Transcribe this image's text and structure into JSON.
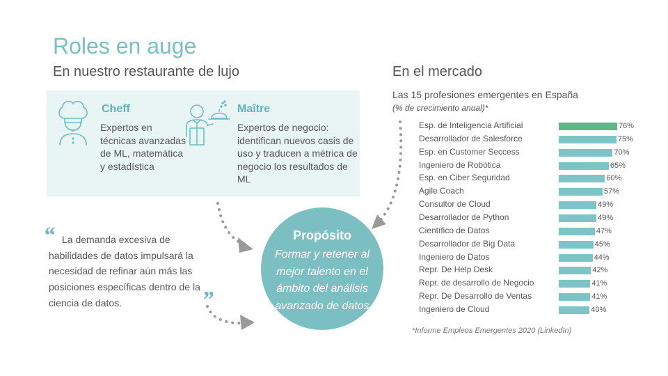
{
  "slide": {
    "title": "Roles en auge",
    "subtitle_left": "En nuestro restaurante de lujo",
    "subtitle_right": "En el mercado"
  },
  "roles": [
    {
      "name": "Cheff",
      "description": "Expertos en técnicas avanzadas de ML, matemática y estadística",
      "icon": "chef-icon"
    },
    {
      "name": "Maître",
      "description": "Expertos de negocio: identifican nuevos casis de uso y traducen a métrica de negocio los resultados de ML",
      "icon": "waiter-icon"
    }
  ],
  "quote": {
    "open": "“",
    "text": "La demanda excesiva de habilidades de datos impulsará la necesidad de refinar aún más las posiciones específicas dentro de la ciencia de datos.",
    "close": "”"
  },
  "purpose": {
    "title": "Propósito",
    "text": "Formar y retener al mejor talento en el ámbito del análisis avanzado de datos"
  },
  "chart_data": {
    "type": "bar",
    "orientation": "horizontal",
    "title": "Las 15 profesiones emergentes en España",
    "subtitle": "(% de crecimiento anual)*",
    "categories": [
      "Esp. de Inteligencia Artificial",
      "Desarrollador de Salesforce",
      "Esp. en Customer Seccess",
      "Ingeniero de Robótica",
      "Esp. en Ciber Seguridad",
      "Agile Coach",
      "Consultor de Cloud",
      "Desarrollador de Python",
      "Científico de Datos",
      "Desarrollador de Big Data",
      "Ingeniero de Datos",
      "Repr. De Help Desk",
      "Repr. de desarrollo de Negocio",
      "Repr. De Desarrollo de Ventas",
      "Ingeniero de Cloud"
    ],
    "values": [
      76,
      75,
      70,
      65,
      60,
      57,
      49,
      49,
      47,
      45,
      44,
      42,
      41,
      41,
      40
    ],
    "value_labels": [
      "76%",
      "75%",
      "70%",
      "65%",
      "60%",
      "57%",
      "49%",
      "49%",
      "47%",
      "45%",
      "44%",
      "42%",
      "41%",
      "41%",
      "40%"
    ],
    "highlight_color": "#5cb887",
    "bar_color": "#7cc4c5",
    "source": "*Informe Empleos Emergentes 2020 (LinkedIn)"
  },
  "colors": {
    "accent": "#7bbfc6",
    "panel": "#e9f4f4",
    "circle": "#7bbfc3",
    "dots": "#999999"
  }
}
